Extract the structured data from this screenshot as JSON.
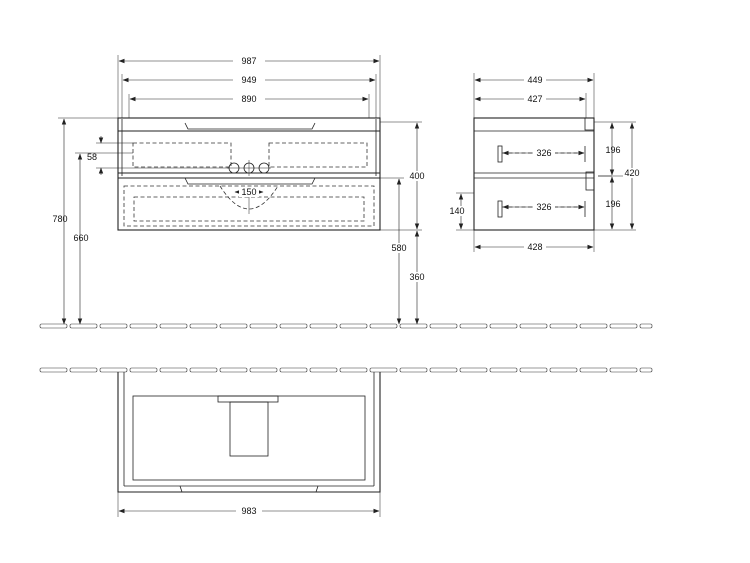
{
  "front_view": {
    "dims": {
      "overall_width": "987",
      "inner_width": "949",
      "drawer_width": "890",
      "top_offset": "58",
      "overall_height": "780",
      "counter_height": "660",
      "tap_spacing": "150",
      "cabinet_height": "400",
      "floor_to_top": "580",
      "floor_clearance": "360"
    }
  },
  "side_view": {
    "dims": {
      "overall_depth": "449",
      "inner_depth": "427",
      "drawer_depth_top": "326",
      "drawer_depth_bottom": "326",
      "base_depth": "428",
      "upper_height": "196",
      "lower_height": "196",
      "total_height": "420",
      "side_offset": "140"
    }
  },
  "top_view": {
    "dims": {
      "bottom_width": "983"
    }
  }
}
